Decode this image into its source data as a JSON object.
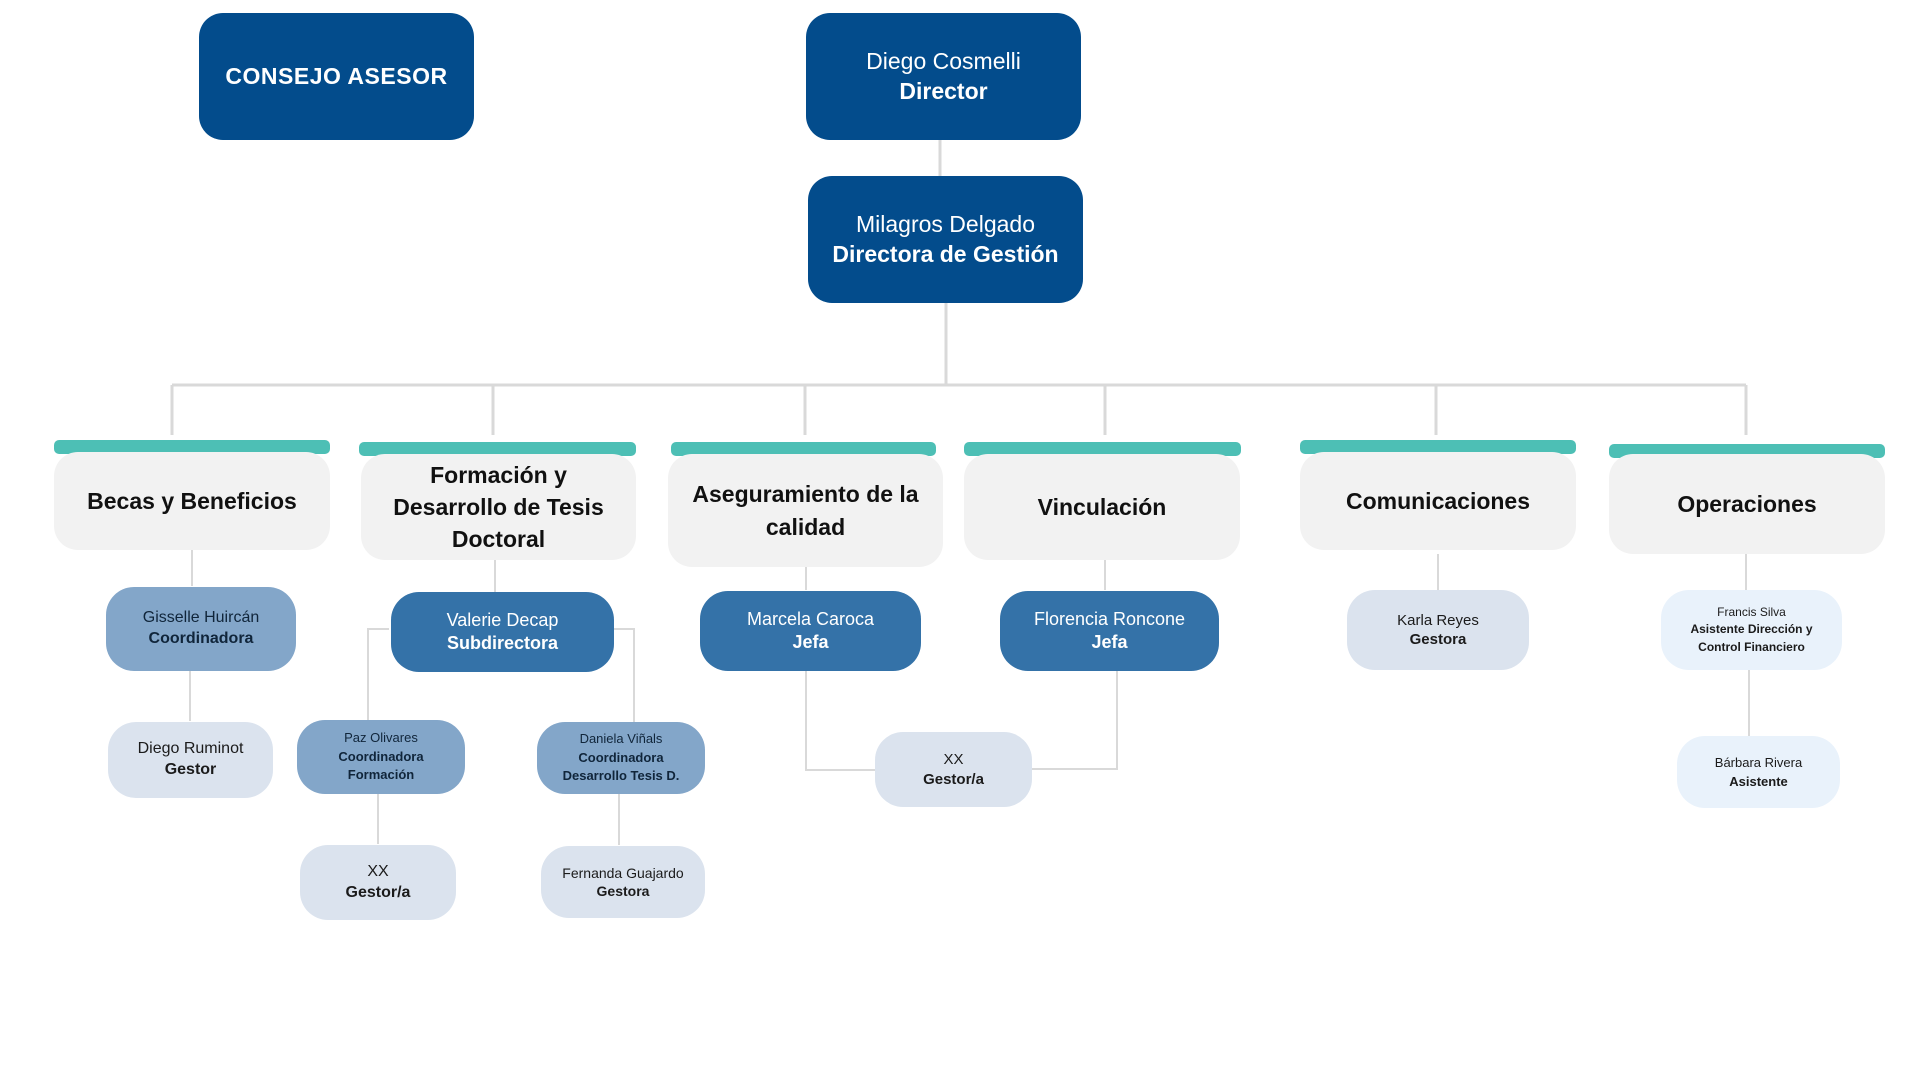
{
  "advisory_board": {
    "label": "CONSEJO ASESOR"
  },
  "director": {
    "name": "Diego Cosmelli",
    "role": "Director"
  },
  "management_director": {
    "name": "Milagros Delgado",
    "role": "Directora de Gestión"
  },
  "colors": {
    "dark_blue": "#034c8c",
    "teal_bar": "#4dbfb5",
    "dept_bg": "#f2f2f2",
    "mid_blue": "#3472a8",
    "light_blue": "#83a6c9",
    "pale_blue": "#dbe3ee",
    "lines": "#d9d9d9"
  },
  "departments": {
    "becas": {
      "title": "Becas y Beneficios",
      "coordinator": {
        "name": "Gisselle Huircán",
        "role": "Coordinadora"
      },
      "staff": {
        "name": "Diego Ruminot",
        "role": "Gestor"
      }
    },
    "formacion": {
      "title": "Formación y Desarrollo de Tesis Doctoral",
      "lead": {
        "name": "Valerie Decap",
        "role": "Subdirectora"
      },
      "coord_formacion": {
        "name": "Paz Olivares",
        "role1": "Coordinadora",
        "role2": "Formación"
      },
      "coord_tesis": {
        "name": "Daniela Viñals",
        "role1": "Coordinadora",
        "role2": "Desarrollo Tesis D."
      },
      "staff_formacion": {
        "name": "XX",
        "role": "Gestor/a"
      },
      "staff_tesis": {
        "name": "Fernanda Guajardo",
        "role": "Gestora"
      }
    },
    "calidad": {
      "title": "Aseguramiento de la calidad",
      "lead": {
        "name": "Marcela Caroca",
        "role": "Jefa"
      }
    },
    "vinculacion": {
      "title": "Vinculación",
      "lead": {
        "name": "Florencia Roncone",
        "role": "Jefa"
      }
    },
    "shared_staff": {
      "name": "XX",
      "role": "Gestor/a"
    },
    "comunicaciones": {
      "title": "Comunicaciones",
      "staff": {
        "name": "Karla Reyes",
        "role": "Gestora"
      }
    },
    "operaciones": {
      "title": "Operaciones",
      "lead": {
        "name": "Francis Silva",
        "role": "Asistente Dirección y Control Financiero"
      },
      "staff": {
        "name": "Bárbara Rivera",
        "role": "Asistente"
      }
    }
  }
}
